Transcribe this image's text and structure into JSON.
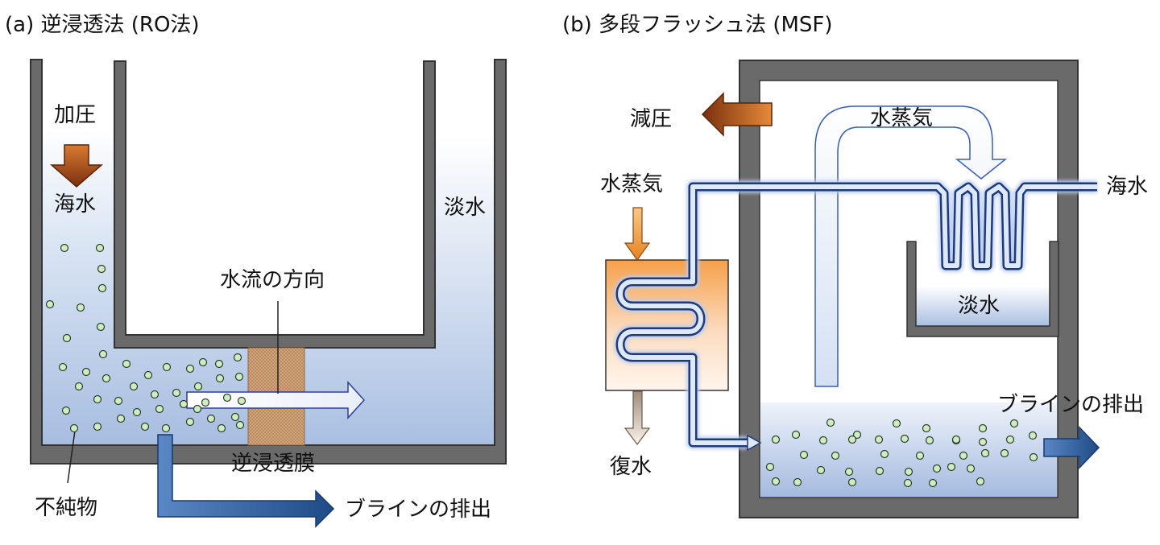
{
  "panel_a": {
    "title": "(a) 逆浸透法 (RO法)",
    "pressure_label": "加圧",
    "seawater_label": "海水",
    "freshwater_label": "淡水",
    "flow_direction_label": "水流の方向",
    "membrane_label": "逆浸透膜",
    "impurities_label": "不純物",
    "brine_discharge_label": "ブラインの排出"
  },
  "panel_b": {
    "title": "(b) 多段フラッシュ法 (MSF)",
    "reduced_pressure_label": "減圧",
    "steam_label_outside": "水蒸気",
    "steam_label_inside": "水蒸気",
    "seawater_label": "海水",
    "freshwater_label": "淡水",
    "condensate_label": "復水",
    "brine_discharge_label": "ブラインの排出"
  },
  "colors": {
    "wall": "#6b6b6b",
    "water_light": "#dfe9f6",
    "water_dark": "#a9bfe1",
    "pressure_arrow": "#a0461a",
    "brine_arrow": "#2f5f9e",
    "particle": "#cfeec0",
    "membrane": "#c8a27a",
    "heater_top": "#f49a40",
    "steam_arrow": "#f0922a"
  }
}
